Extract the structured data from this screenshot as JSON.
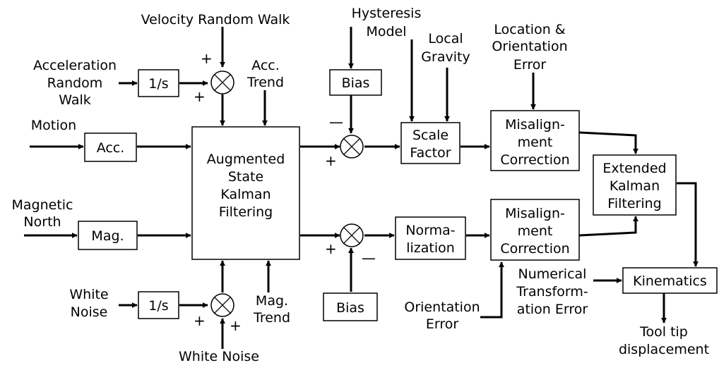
{
  "blocks": {
    "int_acc": "1/s",
    "acc": "Acc.",
    "mag": "Mag.",
    "kalman": [
      "Augmented",
      "State",
      "Kalman",
      "Filtering"
    ],
    "bias_top": "Bias",
    "bias_bottom": "Bias",
    "scale_factor": [
      "Scale",
      "Factor"
    ],
    "misalign_top": [
      "Misalign-",
      "ment",
      "Correction"
    ],
    "misalign_bottom": [
      "Misalign-",
      "ment",
      "Correction"
    ],
    "normalization": [
      "Norma-",
      "lization"
    ],
    "ekf": [
      "Extended",
      "Kalman",
      "Filtering"
    ],
    "kinematics": "Kinematics",
    "int_white": "1/s"
  },
  "labels": {
    "velocity_random_walk": "Velocity Random Walk",
    "acceleration_random_walk": [
      "Acceleration",
      "Random",
      "Walk"
    ],
    "acc_trend": [
      "Acc.",
      "Trend"
    ],
    "motion": "Motion",
    "magnetic_north": [
      "Magnetic",
      "North"
    ],
    "white_noise_left": [
      "White",
      "Noise"
    ],
    "white_noise_bottom": "White Noise",
    "mag_trend": [
      "Mag.",
      "Trend"
    ],
    "hysteresis_model": [
      "Hysteresis",
      "Model"
    ],
    "local_gravity": [
      "Local",
      "Gravity"
    ],
    "location_orientation_error": [
      "Location &",
      "Orientation",
      "Error"
    ],
    "orientation_error": [
      "Orientation",
      "Error"
    ],
    "numerical_transformation_error": [
      "Numerical",
      "Transform-",
      "ation Error"
    ],
    "tool_tip_displacement": [
      "Tool tip",
      "displacement"
    ]
  },
  "signs": {
    "plus": "+",
    "minus": "—"
  }
}
